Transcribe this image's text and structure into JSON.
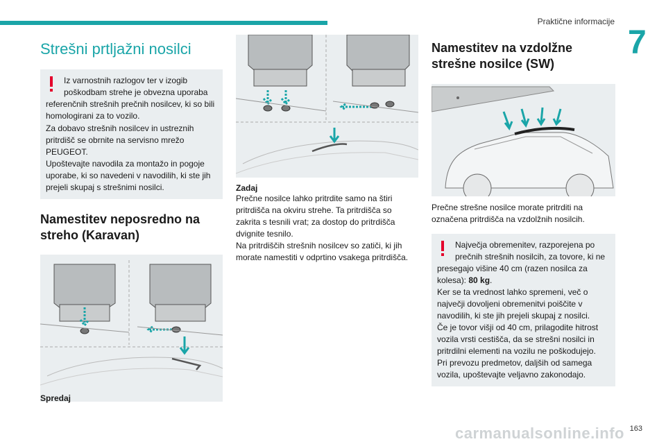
{
  "header": {
    "section": "Praktične informacije",
    "chapter": "7"
  },
  "col1": {
    "title": "Strešni prtljažni nosilci",
    "warning": {
      "first_line_indent": "Iz varnostnih razlogov ter v izogib poškodbam strehe je obvezna uporaba",
      "rest": "referenčnih strešnih prečnih nosilcev, ki so bili homologirani za to vozilo.",
      "line2": "Za dobavo strešnih nosilcev in ustreznih pritrdišč se obrnite na servisno mrežo PEUGEOT.",
      "line3": "Upoštevajte navodila za montažo in pogoje uporabe, ki so navedeni v navodilih, ki ste jih prejeli skupaj s strešnimi nosilci."
    },
    "section2_title": "Namestitev neposredno na streho (Karavan)",
    "figure_caption": "Spredaj"
  },
  "col2": {
    "caption": "Zadaj",
    "paragraph": "Prečne nosilce lahko pritrdite samo na štiri pritrdišča na okviru strehe. Ta pritrdišča so zakrita s tesnili vrat; za dostop do pritrdišča dvignite tesnilo.",
    "paragraph2": "Na pritrdiščih strešnih nosilcev so zatiči, ki jih morate namestiti v odprtino vsakega pritrdišča."
  },
  "col3": {
    "title": "Namestitev na vzdolžne strešne nosilce (SW)",
    "paragraph": "Prečne strešne nosilce morate pritrditi na označena pritrdišča na vzdolžnih nosilcih.",
    "warning": {
      "first": "Največja obremenitev, razporejena po prečnih strešnih nosilcih, za tovore, ki ne",
      "rest_a": "presegajo višine 40 cm (razen nosilca za kolesa): ",
      "rest_b": "80 kg",
      "rest_c": ".",
      "line2": "Ker se ta vrednost lahko spremeni, več o največji dovoljeni obremenitvi poiščite v navodilih, ki ste jih prejeli skupaj z nosilci.",
      "line3": "Če je tovor višji od 40 cm, prilagodite hitrost vozila vrsti cestišča, da se strešni nosilci in pritrdilni elementi na vozilu ne poškodujejo.",
      "line4": "Pri prevozu predmetov, daljših od samega vozila, upoštevajte veljavno zakonodajo."
    }
  },
  "footer": {
    "page": "163",
    "watermark": "carmanualsonline.info"
  },
  "colors": {
    "accent": "#1aa5a8",
    "warning": "#e4002b",
    "box": "#eaeef0"
  }
}
